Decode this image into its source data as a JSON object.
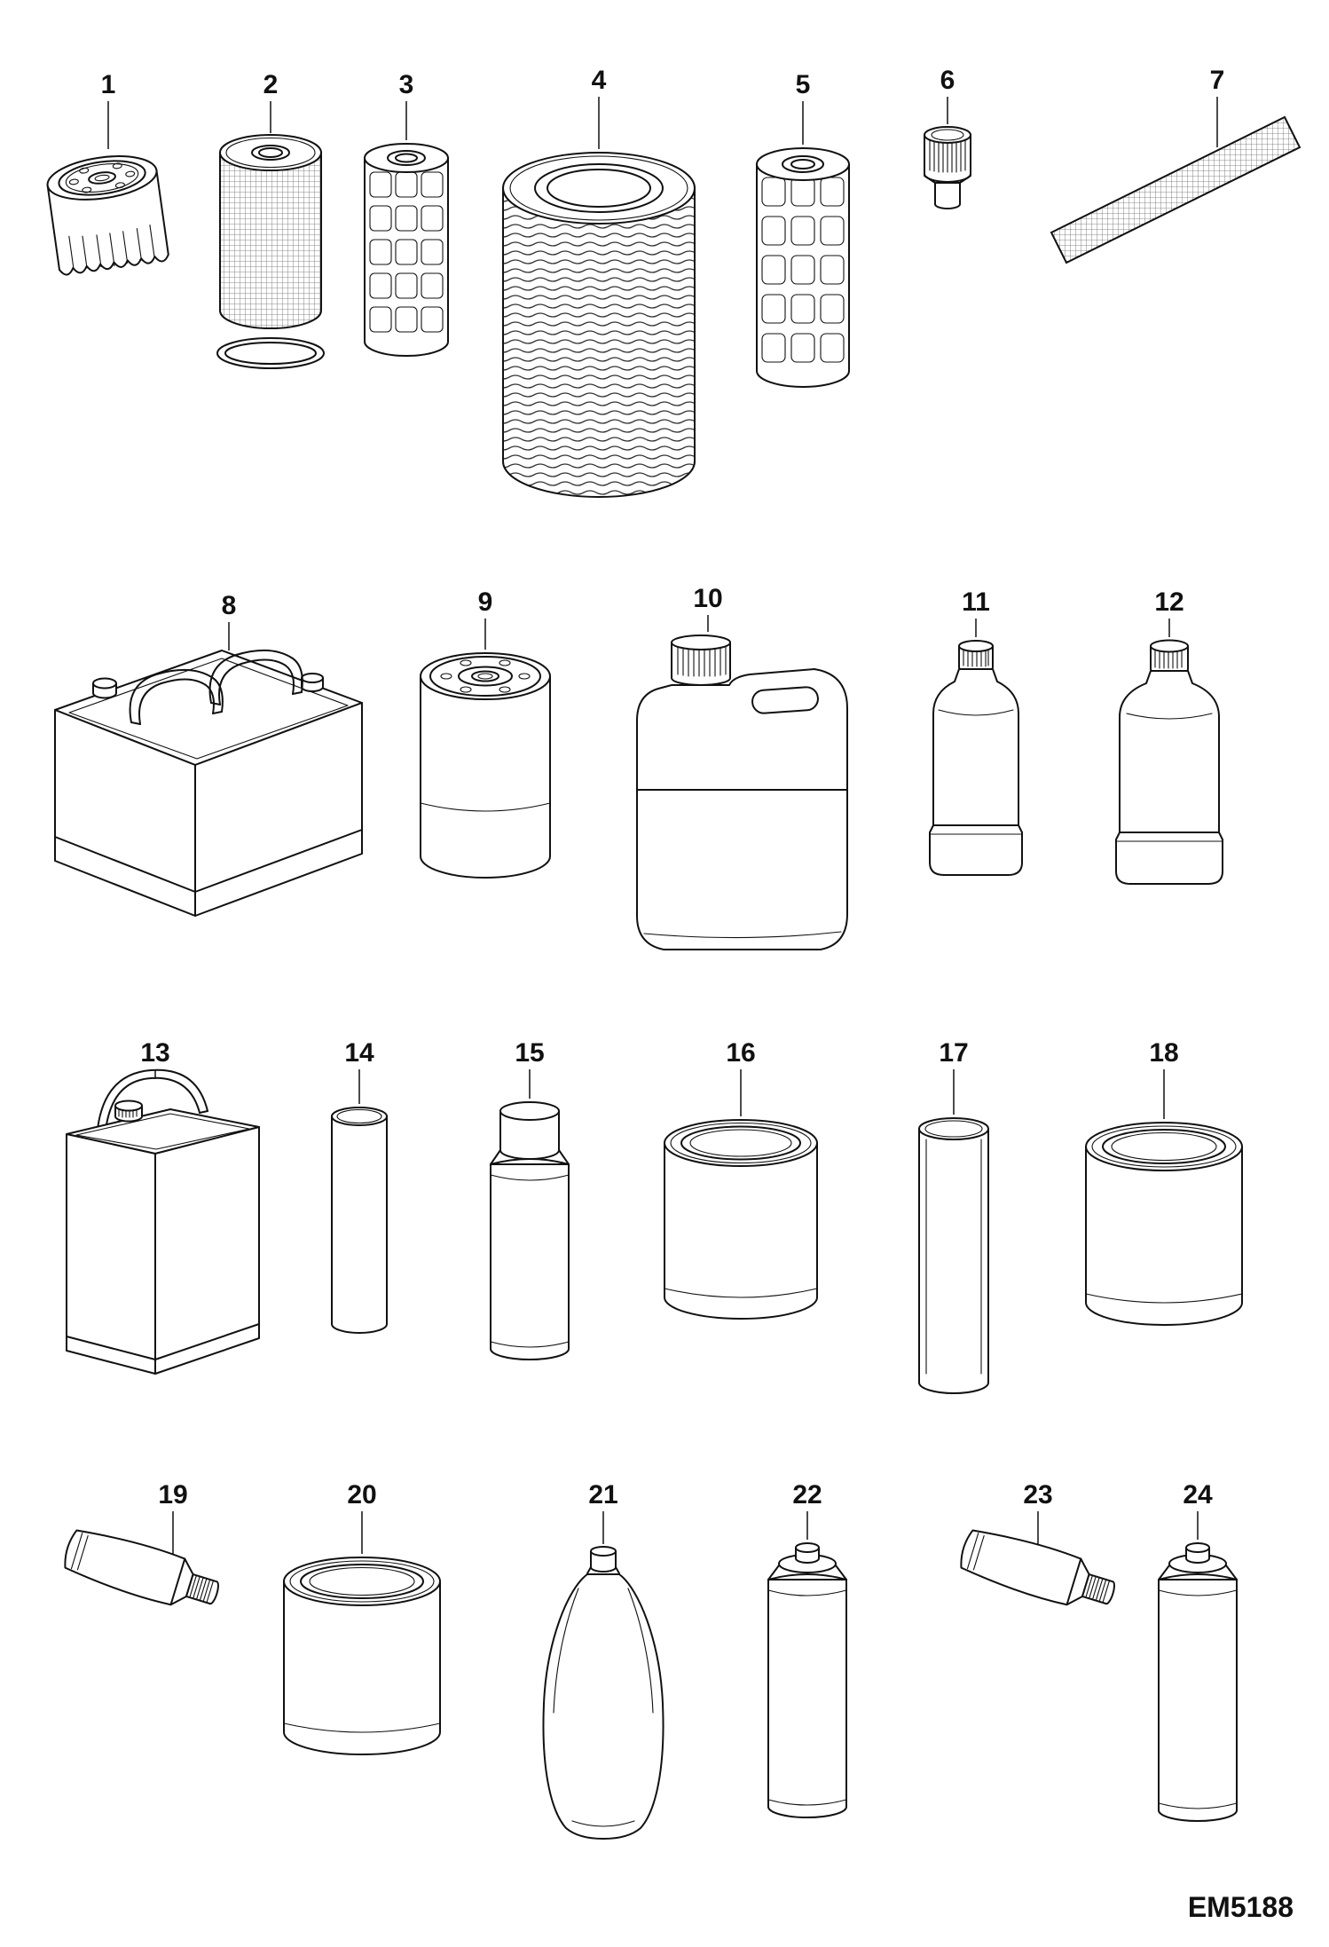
{
  "diagram": {
    "caption": "EM5188",
    "items": [
      {
        "label": "1"
      },
      {
        "label": "2"
      },
      {
        "label": "3"
      },
      {
        "label": "4"
      },
      {
        "label": "5"
      },
      {
        "label": "6"
      },
      {
        "label": "7"
      },
      {
        "label": "8"
      },
      {
        "label": "9"
      },
      {
        "label": "10"
      },
      {
        "label": "11"
      },
      {
        "label": "12"
      },
      {
        "label": "13"
      },
      {
        "label": "14"
      },
      {
        "label": "15"
      },
      {
        "label": "16"
      },
      {
        "label": "17"
      },
      {
        "label": "18"
      },
      {
        "label": "19"
      },
      {
        "label": "20"
      },
      {
        "label": "21"
      },
      {
        "label": "22"
      },
      {
        "label": "23"
      },
      {
        "label": "24"
      }
    ]
  }
}
